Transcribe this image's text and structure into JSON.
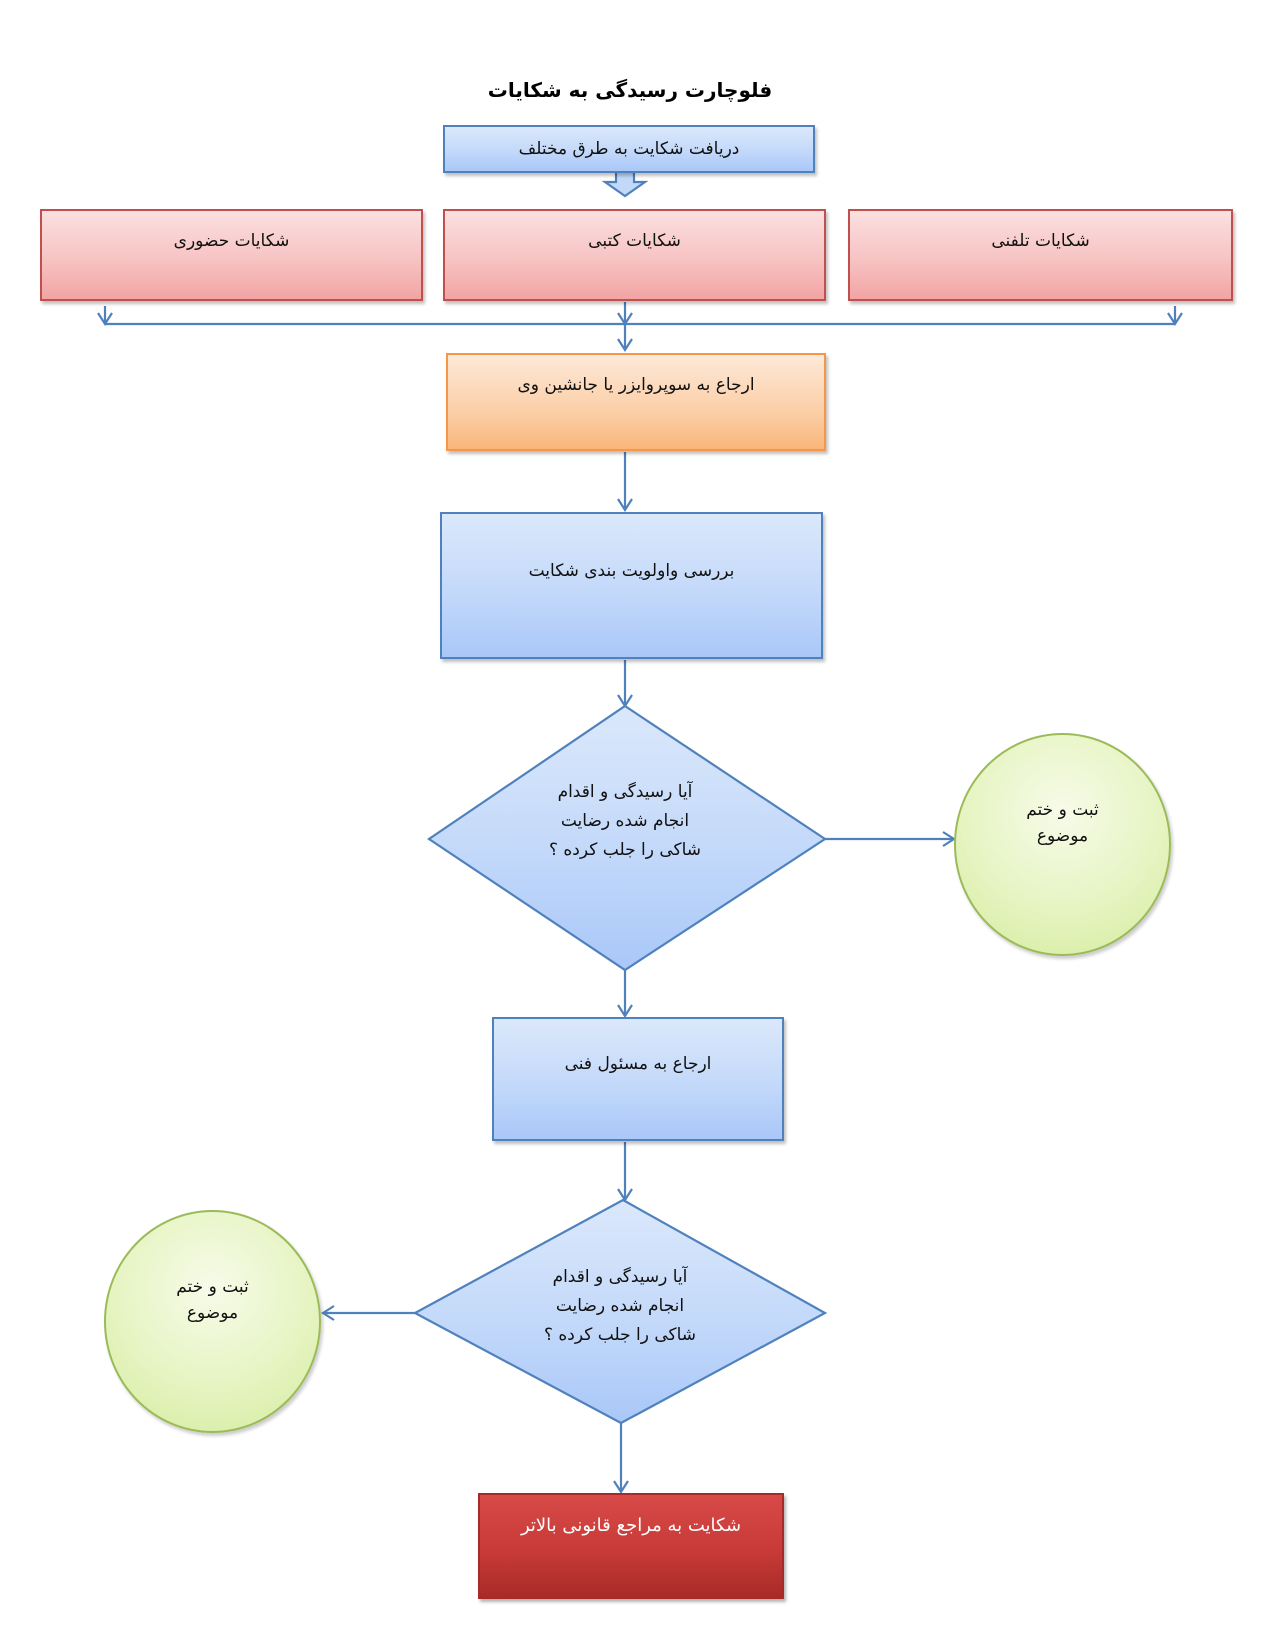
{
  "title": "فلوچارت رسیدگی به شکایات",
  "nodes": {
    "receive": "دریافت شکایت به طرق مختلف",
    "in_person": "شکایات حضوری",
    "written": "شکایات کتبی",
    "phone": "شکایات تلفنی",
    "supervisor": "ارجاع به سوپروایزر یا جانشین وی",
    "review": "بررسی واولویت بندی شکایت",
    "decision1": [
      "آیا رسیدگی و اقدام",
      "انجام شده رضایت",
      "شاکی را جلب کرده ؟"
    ],
    "close1": [
      "ثبت و  ختم",
      "موضوع"
    ],
    "technical": "ارجاع به مسئول فنی",
    "decision2": [
      "آیا رسیدگی و اقدام",
      "انجام شده رضایت",
      "شاکی را جلب کرده ؟"
    ],
    "close2": [
      "ثبت و  ختم",
      "موضوع"
    ],
    "legal": "شکایت به مراجع قانونی بالاتر"
  },
  "colors": {
    "connector": "#4f81bd",
    "blue_fill": "#c3d9fa",
    "red_fill": "#f7c3c3",
    "orange_fill": "#fbcfa7",
    "green_fill": "#e6f4c2",
    "dark_red_fill": "#c83a37"
  }
}
